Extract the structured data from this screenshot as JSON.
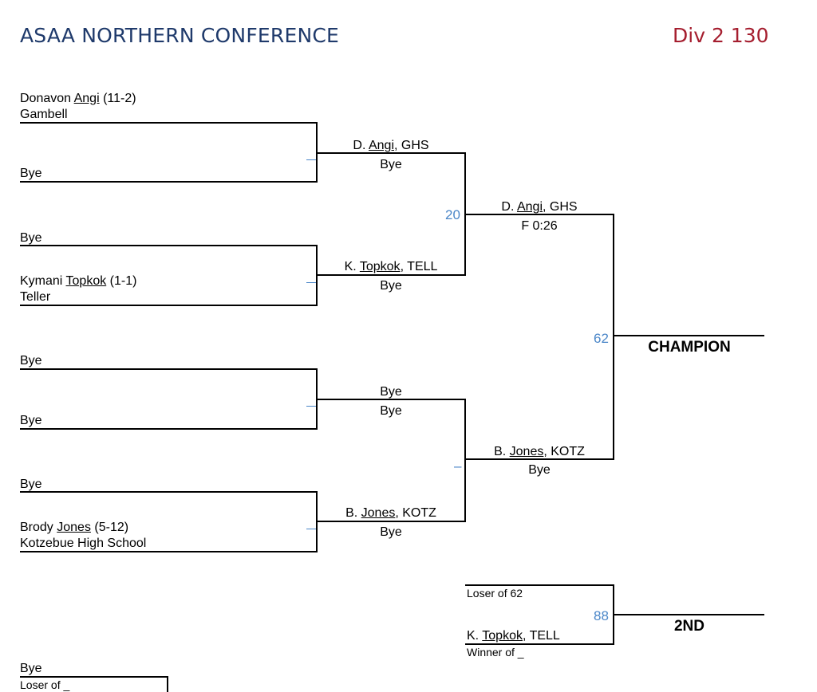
{
  "header": {
    "title": "ASAA NORTHERN CONFERENCE",
    "division": "Div 2 130"
  },
  "round1": {
    "e1": {
      "first": "Donavon",
      "last": "Angi",
      "record": "(11-2)",
      "team": "Gambell"
    },
    "e2": {
      "name": "Bye"
    },
    "e3": {
      "name": "Bye"
    },
    "e4": {
      "first": "Kymani",
      "last": "Topkok",
      "record": "(1-1)",
      "team": "Teller"
    },
    "e5": {
      "name": "Bye"
    },
    "e6": {
      "name": "Bye"
    },
    "e7": {
      "name": "Bye"
    },
    "e8": {
      "first": "Brody",
      "last": "Jones",
      "record": "(5-12)",
      "team": "Kotzebue High School"
    },
    "tick": "–"
  },
  "round2": {
    "m1": {
      "initial": "D.",
      "last": "Angi",
      "team": ", GHS",
      "result": "Bye"
    },
    "m2": {
      "initial": "K.",
      "last": "Topkok",
      "team": ", TELL",
      "result": "Bye"
    },
    "m3": {
      "winner": "Bye",
      "result": "Bye"
    },
    "m4": {
      "initial": "B.",
      "last": "Jones",
      "team": ", KOTZ",
      "result": "Bye"
    }
  },
  "semis": {
    "top": {
      "bout": "20",
      "initial": "D.",
      "last": "Angi",
      "team": ", GHS",
      "result": "F 0:26"
    },
    "bottom": {
      "bout": "–",
      "initial": "B.",
      "last": "Jones",
      "team": ", KOTZ",
      "result": "Bye"
    }
  },
  "final": {
    "bout": "62",
    "label": "CHAMPION"
  },
  "second_place": {
    "bout": "88",
    "top": "Loser of 62",
    "initial": "K.",
    "last": "Topkok",
    "team": ", TELL",
    "winner_of": "Winner of _",
    "label": "2ND"
  },
  "consolation": {
    "name": "Bye",
    "loser_of": "Loser of _"
  }
}
